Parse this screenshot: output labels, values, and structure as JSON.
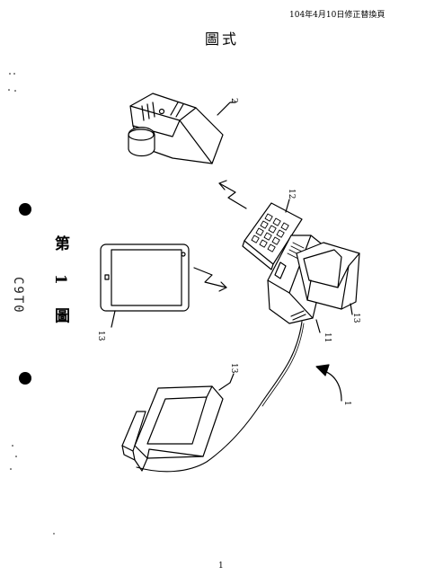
{
  "header": {
    "date_text": "104年4月10日修正替換頁"
  },
  "page_title": "圖式",
  "figure_label": "第 1 圖",
  "side_code": "C9T0",
  "page_number": "1",
  "labels": {
    "server": "2",
    "keypad": "12",
    "tablet": "13",
    "desktop_monitor": "13",
    "desktop_unit": "11",
    "monitor": "13",
    "system": "1"
  }
}
